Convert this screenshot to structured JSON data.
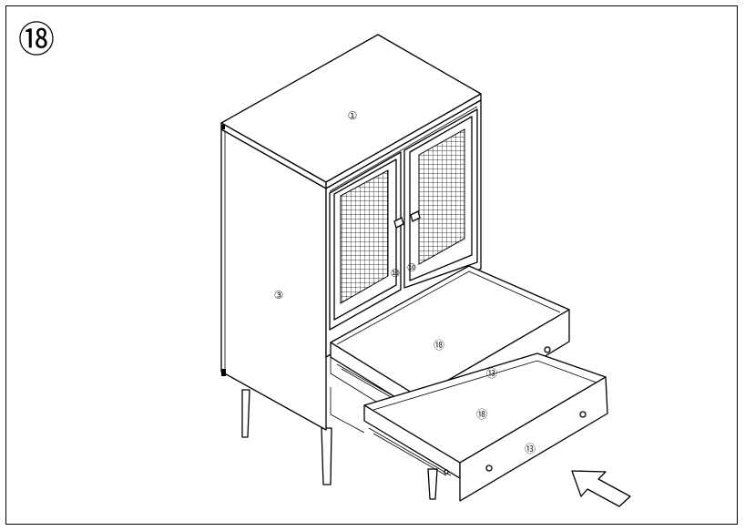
{
  "step": {
    "number": "⑱"
  },
  "parts": {
    "top_panel": "①",
    "side_panel": "③",
    "door_left": "⑩",
    "door_right": "⑩",
    "drawer_upper_bottom": "⑱",
    "drawer_upper_front": "⑬",
    "drawer_lower_bottom": "⑱",
    "drawer_lower_front": "⑬"
  },
  "icons": {
    "insert_arrow": "arrow-icon"
  },
  "colors": {
    "line": "#000000",
    "background": "#ffffff"
  }
}
